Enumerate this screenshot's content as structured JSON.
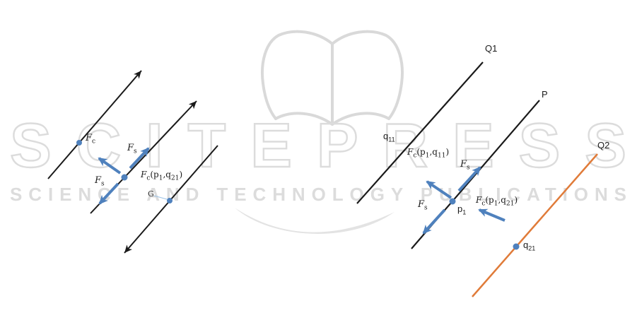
{
  "watermark": {
    "brand": "SCITEPRESS",
    "tagline": "SCIENCE AND TECHNOLOGY PUBLICATIONS"
  },
  "colors": {
    "black_line": "#1a1a1a",
    "orange_line": "#E07B39",
    "force_blue": "#4F81BD",
    "leader_blue": "#9DC3E6",
    "watermark_gray": "#DCDCDC"
  },
  "left_figure": {
    "labels": {
      "fc": {
        "main": "F",
        "sub": "c"
      },
      "fs_upper": {
        "main": "F",
        "sub": "s"
      },
      "fs_lower": {
        "main": "F",
        "sub": "s"
      },
      "fc_p1_q21": {
        "f": "F",
        "fsub": "c",
        "p": "(p",
        "psub": "1",
        "q": ",q",
        "qsub": "21",
        "close": ")"
      },
      "g": "G"
    }
  },
  "right_figure": {
    "labels": {
      "line_q1": "Q1",
      "line_p": "P",
      "line_q2": "Q2",
      "q11": {
        "main": "q",
        "sub": "11"
      },
      "p1": {
        "main": "p",
        "sub": "1"
      },
      "q21": {
        "main": "q",
        "sub": "21"
      },
      "fc_p1_q11": {
        "f": "F",
        "fsub": "c",
        "p": "(p",
        "psub": "1",
        "q": ",q",
        "qsub": "11",
        "close": ")"
      },
      "fc_p1_q21": {
        "f": "F",
        "fsub": "c",
        "p": "(p",
        "psub": "1",
        "q": ",q",
        "qsub": "21",
        "close": ")"
      },
      "fs_upper": {
        "main": "F",
        "sub": "s"
      },
      "fs_lower": {
        "main": "F",
        "sub": "s"
      }
    }
  }
}
